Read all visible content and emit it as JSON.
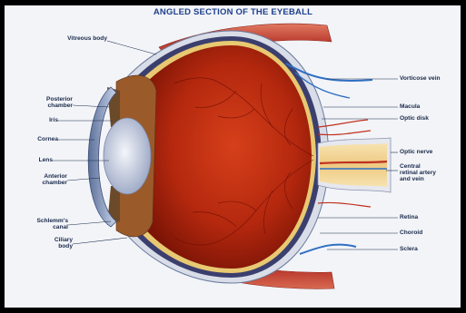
{
  "title": "ANGLED SECTION OF THE EYEBALL",
  "labels_left": [
    {
      "id": "vitreous",
      "text": "Vitreous body"
    },
    {
      "id": "posterior",
      "text": "Posterior\nchamber"
    },
    {
      "id": "iris",
      "text": "Iris"
    },
    {
      "id": "cornea",
      "text": "Cornea"
    },
    {
      "id": "lens",
      "text": "Lens"
    },
    {
      "id": "anterior",
      "text": "Anterior\nchamber"
    },
    {
      "id": "schlemm",
      "text": "Schlemm's\ncanal"
    },
    {
      "id": "ciliary",
      "text": "Ciliary\nbody"
    }
  ],
  "labels_right": [
    {
      "id": "vorticose",
      "text": "Vorticose vein"
    },
    {
      "id": "macula",
      "text": "Macula"
    },
    {
      "id": "optic-disk",
      "text": "Optic disk"
    },
    {
      "id": "optic-nerve",
      "text": "Optic nerve"
    },
    {
      "id": "central",
      "text": "Central\nretinal artery\nand vein"
    },
    {
      "id": "retina",
      "text": "Retina"
    },
    {
      "id": "choroid",
      "text": "Choroid"
    },
    {
      "id": "sclera",
      "text": "Sclera"
    }
  ],
  "colors": {
    "title": "#1d3f8c",
    "vitreous": "#b8280f",
    "muscle": "#c8503a",
    "vein": "#2f6fc2",
    "nerve": "#f2d79b"
  }
}
